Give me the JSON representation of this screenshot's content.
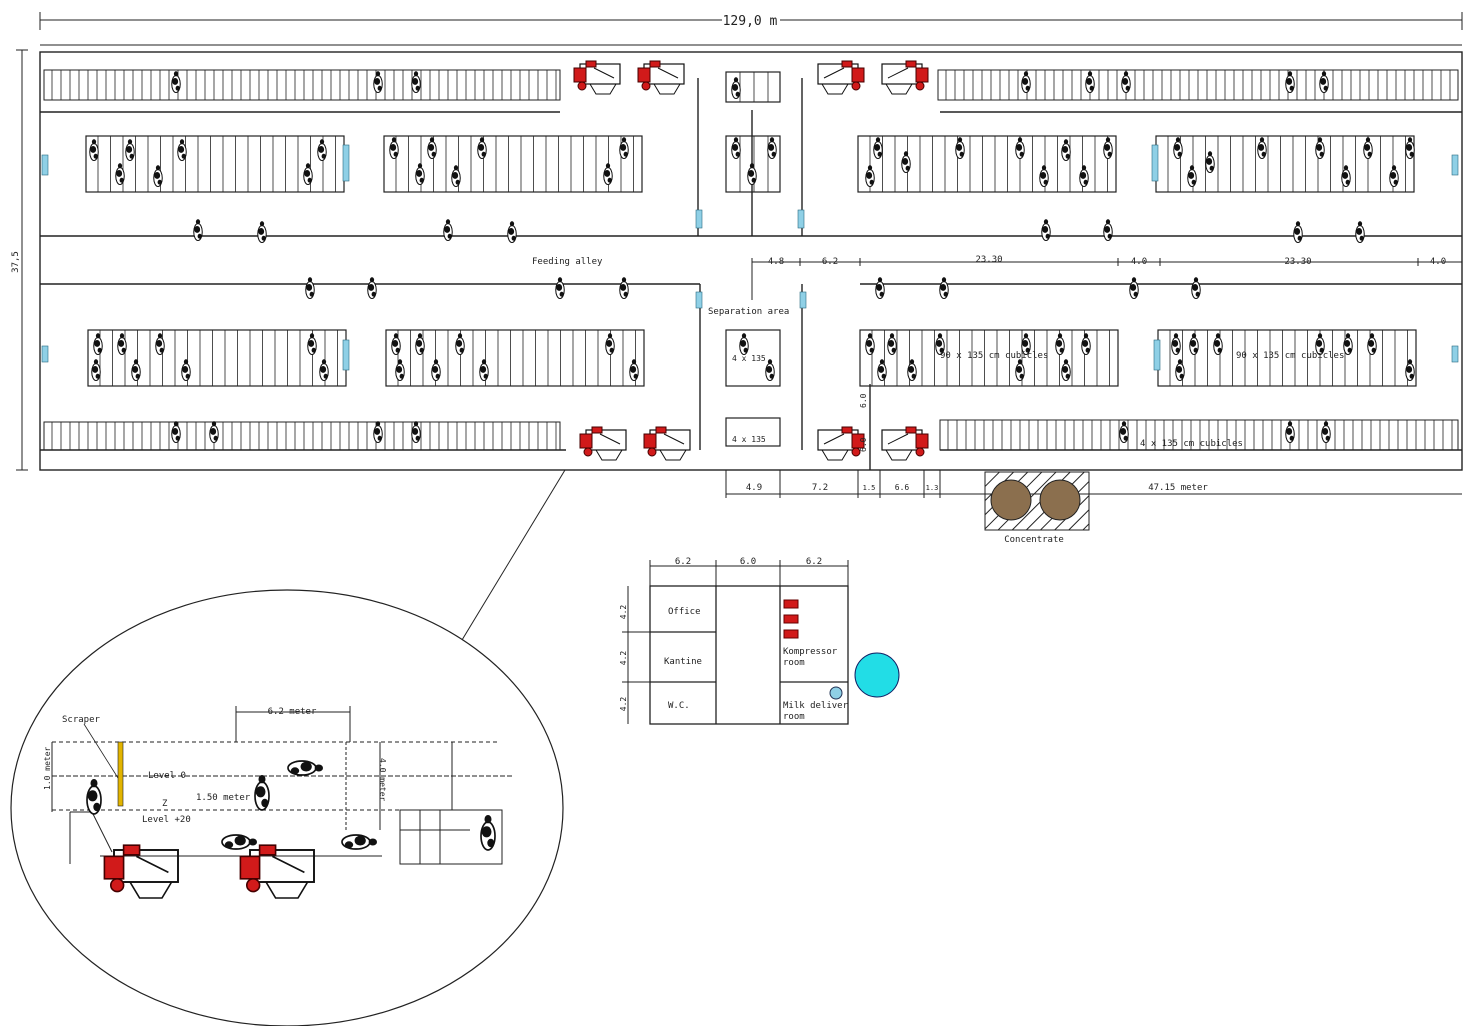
{
  "overall": {
    "length": "129,0 m",
    "width": "37,5"
  },
  "labels": {
    "feeding_alley": "Feeding alley",
    "separation_area": "Separation area",
    "cubicles_top_right": "90 x 135 cm cubicles",
    "cubicles_top_far_right": "90 x 135 cm cubicles",
    "cubicles_bottom_right": "4 x 135 cm cubicles",
    "separation_pen_1": "4 x 135",
    "separation_pen_2": "4 x 135",
    "concentrate": "Concentrate"
  },
  "dims_top": [
    "4.8",
    "6.2",
    "23.30",
    "4.0",
    "23.30",
    "4.0"
  ],
  "dims_bottom": [
    "4.9",
    "7.2",
    "1.5",
    "6.6",
    "1.3",
    "47.15 meter"
  ],
  "dims_vertical": [
    "6.0",
    "6.0"
  ],
  "office": {
    "col_dims": [
      "6.2",
      "6.0",
      "6.2"
    ],
    "row_dims": [
      "4.2",
      "4.2",
      "4.2"
    ],
    "rooms": {
      "office": "Office",
      "kantine": "Kantine",
      "wc": "W.C.",
      "kompressor_1": "Kompressor",
      "kompressor_2": "room",
      "milk_1": "Milk deliver",
      "milk_2": "room"
    }
  },
  "detail": {
    "scraper": "Scraper",
    "width_top": "6.2 meter",
    "level_0": "Level 0",
    "level_20": "Level +20",
    "step": "1.50 meter",
    "z": "Z",
    "left_height": "1.0 meter",
    "right_height": "4.0 meter"
  },
  "colors": {
    "line": "#222222",
    "robot_red": "#d11a1a",
    "water_trough": "#8fd0e6",
    "silo": "#8b6f4e",
    "tank": "#22dde6",
    "scraper": "#e2b400"
  }
}
